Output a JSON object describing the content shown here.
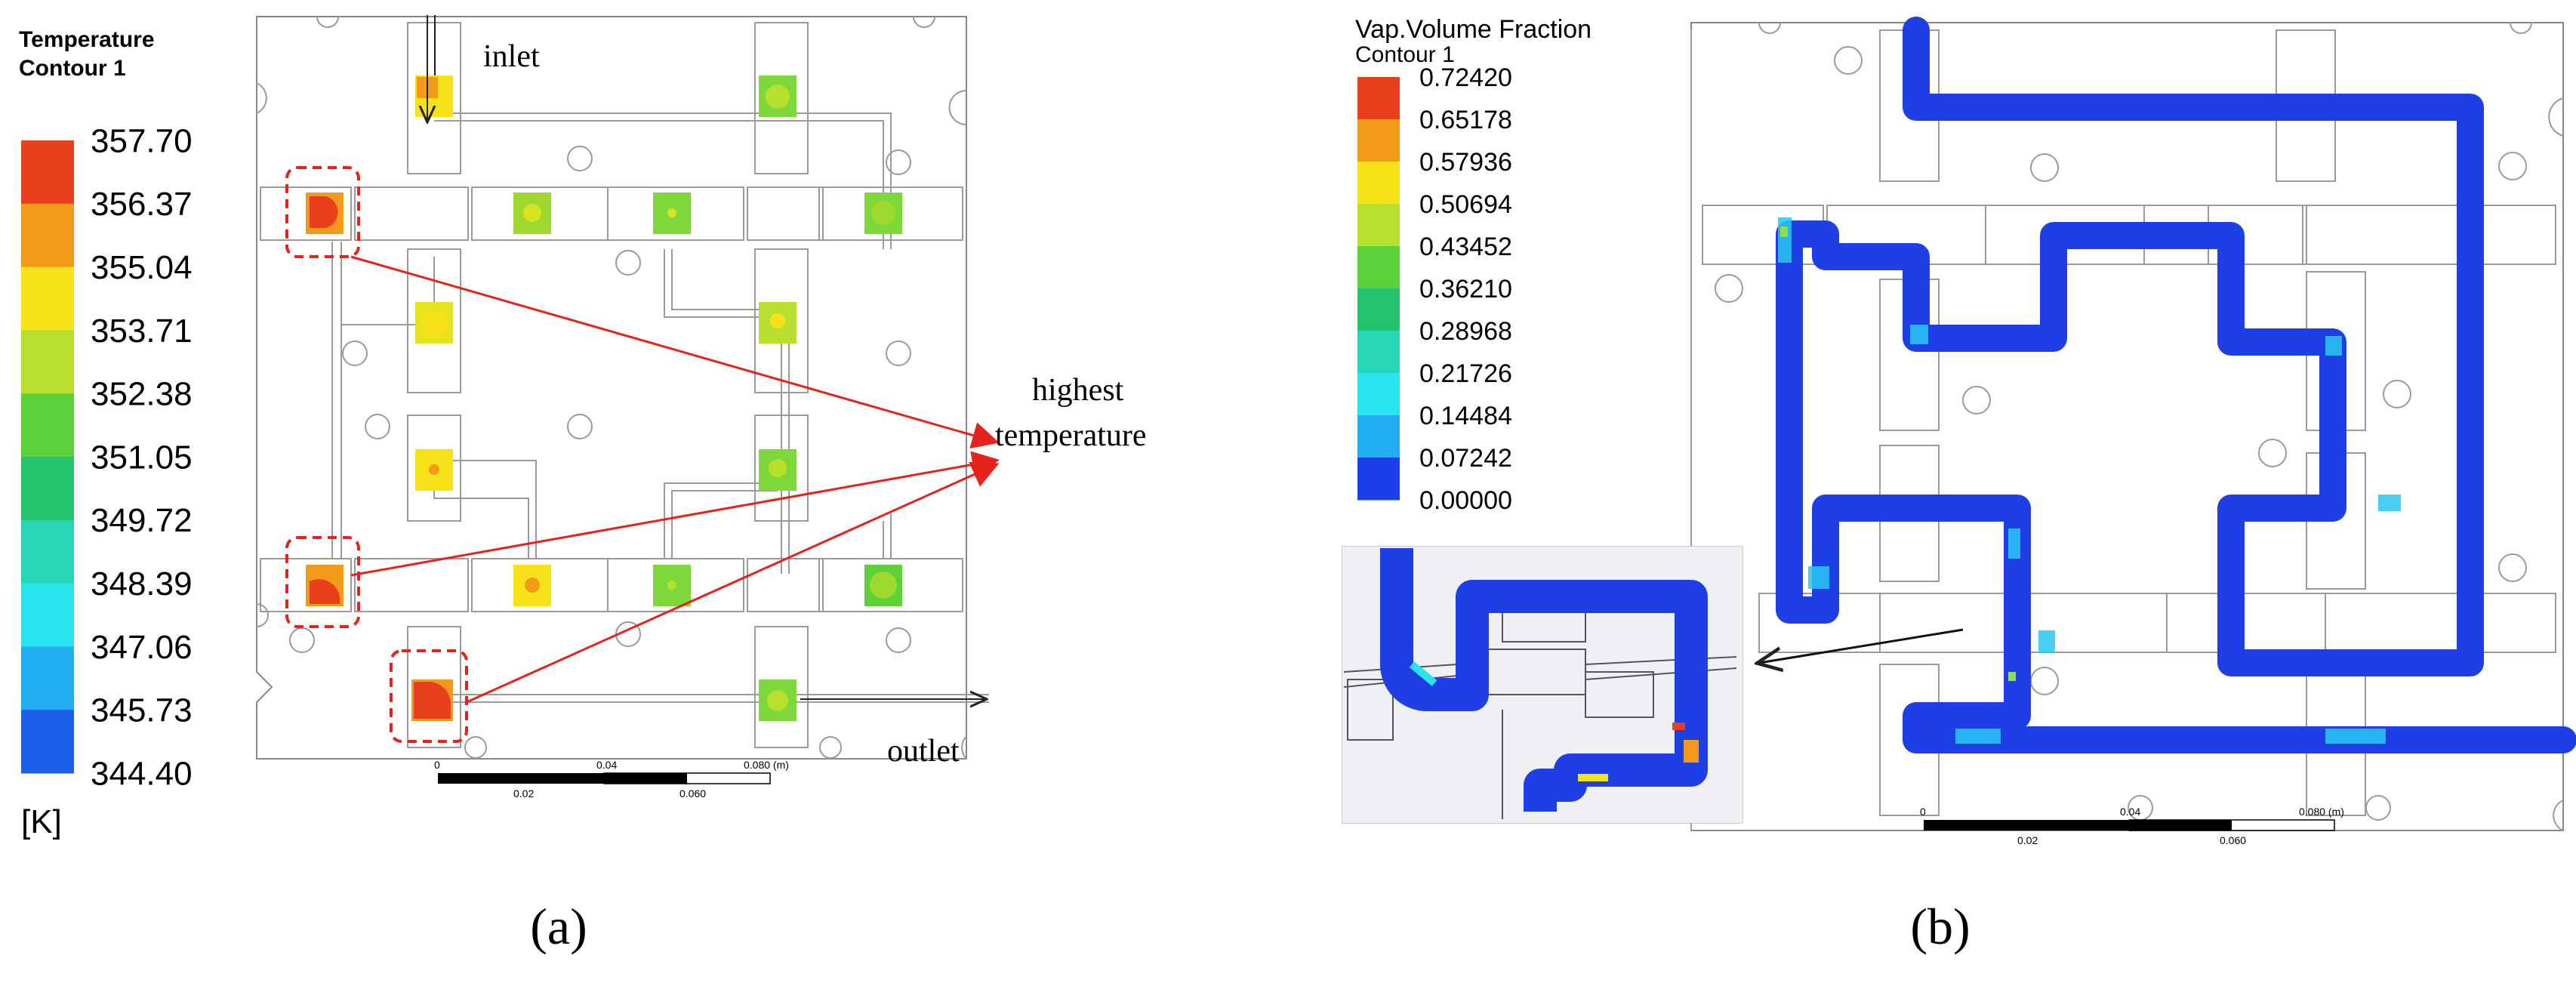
{
  "panel_a": {
    "legend_title_line1": "Temperature",
    "legend_title_line2": "Contour 1",
    "legend_unit": "[K]",
    "legend_ticks": [
      "357.70",
      "356.37",
      "355.04",
      "353.71",
      "352.38",
      "351.05",
      "349.72",
      "348.39",
      "347.06",
      "345.73",
      "344.40"
    ],
    "labels": {
      "inlet": "inlet",
      "outlet": "outlet",
      "highest_line1": "highest",
      "highest_line2": "temperature"
    },
    "scale_labels": [
      "0",
      "0.04",
      "0.080 (m)",
      "0.02",
      "0.060"
    ],
    "caption": "(a)"
  },
  "panel_b": {
    "legend_title_line1": "Vap.Volume Fraction",
    "legend_title_line2": "Contour 1",
    "legend_ticks": [
      "0.72420",
      "0.65178",
      "0.57936",
      "0.50694",
      "0.43452",
      "0.36210",
      "0.28968",
      "0.21726",
      "0.14484",
      "0.07242",
      "0.00000"
    ],
    "scale_labels": [
      "0",
      "0.04",
      "0.080 (m)",
      "0.02",
      "0.060"
    ],
    "caption": "(b)"
  },
  "colors": {
    "band_a": [
      "#e8401c",
      "#f39a18",
      "#f7e21a",
      "#b7e02e",
      "#5cd23a",
      "#22c36c",
      "#27d6b5",
      "#28e4ef",
      "#22aef0",
      "#1b5fea"
    ],
    "band_b": [
      "#e8401c",
      "#f39a18",
      "#f7e21a",
      "#b7e02e",
      "#5cd23a",
      "#22c36c",
      "#27d6b5",
      "#28e4ef",
      "#22aef0",
      "#1b3fe8"
    ],
    "annotation_red": "#e5231c",
    "channel_blue": "#1e3fe6"
  }
}
